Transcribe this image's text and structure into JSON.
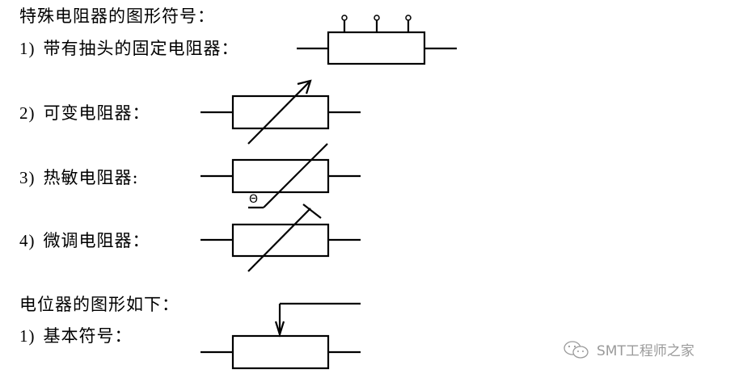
{
  "section1": {
    "title": "特殊电阻器的图形符号：",
    "items": [
      {
        "num": "1)",
        "label": "带有抽头的固定电阻器：",
        "symbol": "tapped-fixed-resistor"
      },
      {
        "num": "2)",
        "label": "可变电阻器：",
        "symbol": "variable-resistor"
      },
      {
        "num": "3)",
        "label": "热敏电阻器:",
        "symbol": "thermistor"
      },
      {
        "num": "4)",
        "label": "微调电阻器：",
        "symbol": "trimmer-resistor"
      }
    ]
  },
  "section2": {
    "title": "电位器的图形如下：",
    "items": [
      {
        "num": "1)",
        "label": "基本符号：",
        "symbol": "potentiometer"
      }
    ]
  },
  "thermistor_symbol_glyph": "Θ",
  "watermark": {
    "icon": "wechat-icon",
    "text": "SMT工程师之家"
  },
  "colors": {
    "stroke": "#000000",
    "watermark": "#9a9a9a",
    "background": "#ffffff"
  }
}
